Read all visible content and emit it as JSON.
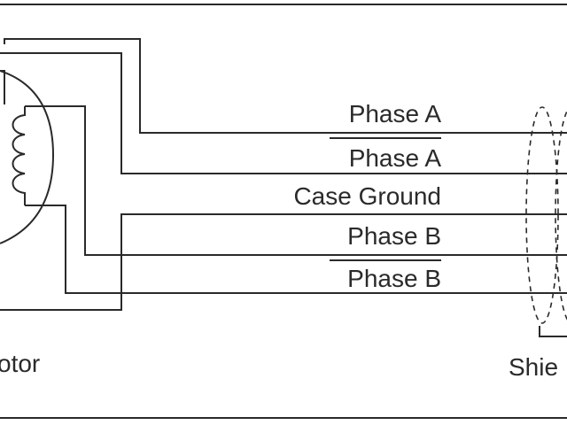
{
  "labels": {
    "phase_a": "Phase A",
    "phase_a_inv": "Phase A",
    "case_ground": "Case Ground",
    "phase_b": "Phase B",
    "phase_b_inv": "Phase B",
    "motor_fragment": "otor",
    "shield_fragment": "Shie"
  },
  "inverted": [
    "phase_a_inv",
    "phase_b_inv"
  ],
  "colors": {
    "line": "#2a2a2a",
    "background": "#ffffff"
  },
  "icons": {
    "motor_coil": "coil-icon",
    "shield": "dashed-ellipse"
  }
}
